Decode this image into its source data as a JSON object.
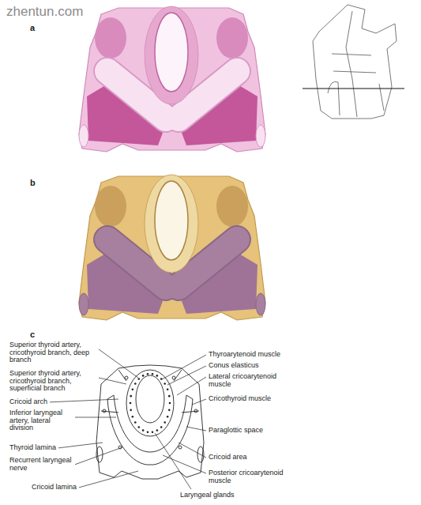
{
  "diagram": {
    "labels": [
      "zhentun.com",
      "a",
      "b",
      "c",
      "Superior thyroid artery, cricothyroid branch, deep branch",
      "Superior thyroid artery, cricothyroid branch, superficial branch",
      "Cricoid arch",
      "Inferior laryngeal artery, lateral division",
      "Thyroid lamina",
      "Recurrent laryngeal nerve",
      "Cricoid lamina",
      "Thyroarytenoid muscle",
      "Conus elasticus",
      "Lateral cricoarytenoid muscle",
      "Cricothyroid muscle",
      "Paraglottic space",
      "Cricoid area",
      "Posterior cricoarytenoid muscle",
      "Laryngeal glands"
    ]
  }
}
